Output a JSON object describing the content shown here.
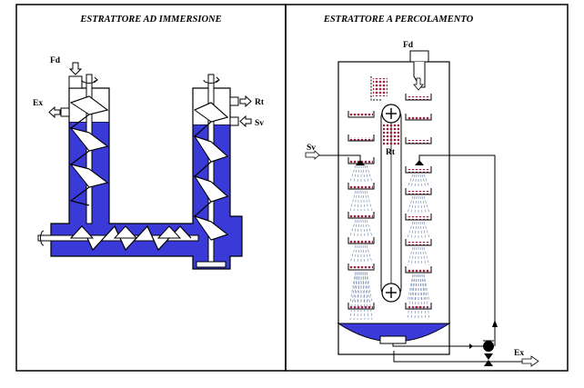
{
  "panels": {
    "left": {
      "title": "ESTRATTORE AD IMMERSIONE",
      "labels": {
        "feed": "Fd",
        "extract": "Ex",
        "residue": "Rt",
        "solvent": "Sv"
      }
    },
    "right": {
      "title": "ESTRATTORE A PERCOLAMENTO",
      "labels": {
        "feed": "Fd",
        "solvent": "Sv",
        "residue": "Rt",
        "extract": "Ex"
      }
    }
  },
  "colors": {
    "liquid": "#3a3ad8",
    "line": "#000000",
    "solids": "#a02040",
    "spray": "#7d8fb5",
    "background": "#ffffff"
  },
  "icons": [
    "rotation-arrow-icon",
    "hollow-arrow-icon",
    "plus-circle-icon",
    "pump-icon",
    "valve-icon",
    "spray-nozzle-icon"
  ]
}
